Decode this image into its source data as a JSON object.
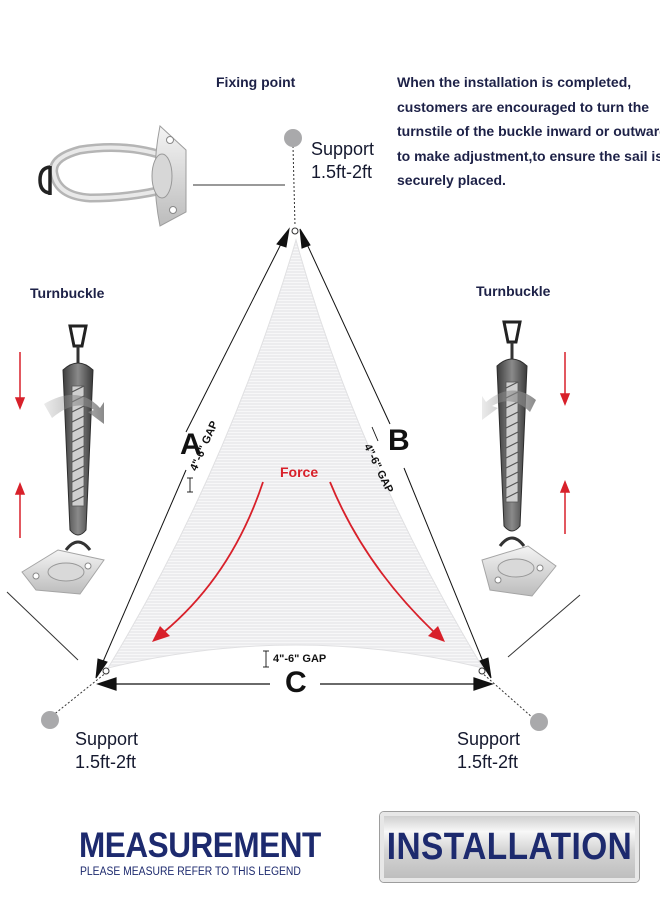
{
  "fixing_point": "Fixing point",
  "note_lines": [
    "When the installation is completed,",
    "customers are encouraged to turn the",
    "turnstile of the buckle inward or outward",
    "to make adjustment,to  ensure the sail is",
    "securely placed."
  ],
  "turnbuckle_left": "Turnbuckle",
  "turnbuckle_right": "Turnbuckle",
  "support_top": {
    "line1": "Support",
    "line2": "1.5ft-2ft"
  },
  "support_left": {
    "line1": "Support",
    "line2": "1.5ft-2ft"
  },
  "support_right": {
    "line1": "Support",
    "line2": "1.5ft-2ft"
  },
  "side_a": "A",
  "side_b": "B",
  "side_c": "C",
  "gap_a": "4\"-6\" GAP",
  "gap_b": "4\"-6\" GAP",
  "gap_c": "4\"-6\" GAP",
  "force": "Force",
  "measurement_title": "MEASUREMENT",
  "measurement_sub": "PLEASE MEASURE REFER TO THIS LEGEND",
  "installation": "INSTALLATION",
  "colors": {
    "navy": "#1d2a6e",
    "force_red": "#d8202a",
    "sail": "#ececee",
    "support_grey": "#a9a9ab"
  }
}
